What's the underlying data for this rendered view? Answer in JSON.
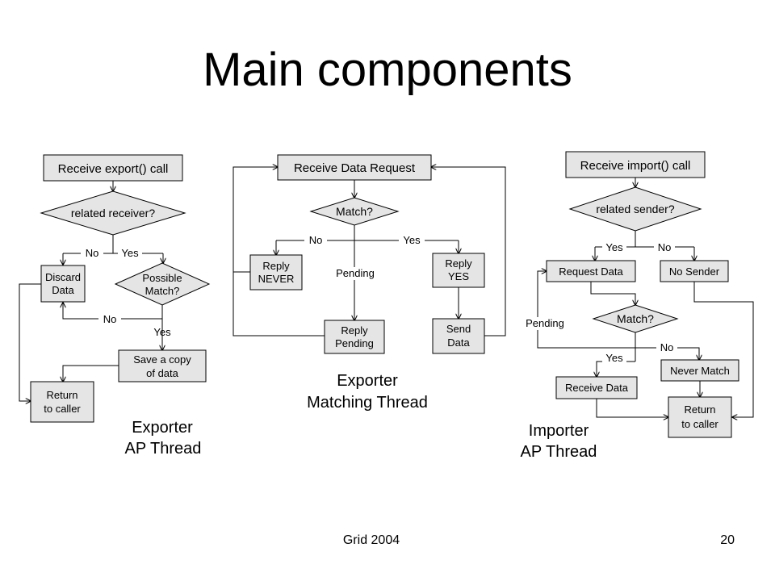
{
  "slide": {
    "title": "Main components",
    "footer_center": "Grid 2004",
    "page_number": "20"
  },
  "exporter_ap": {
    "caption": [
      "Exporter",
      "AP Thread"
    ],
    "receive_call": "Receive export() call",
    "related_receiver": "related receiver?",
    "no": "No",
    "yes": "Yes",
    "discard": [
      "Discard",
      "Data"
    ],
    "possible_match": [
      "Possible",
      "Match?"
    ],
    "no2": "No",
    "yes2": "Yes",
    "save_copy": [
      "Save a copy",
      "of data"
    ],
    "return": [
      "Return",
      "to caller"
    ]
  },
  "exporter_matching": {
    "caption": [
      "Exporter",
      "Matching Thread"
    ],
    "receive_request": "Receive Data Request",
    "match": "Match?",
    "no": "No",
    "yes": "Yes",
    "pending": "Pending",
    "reply_never": [
      "Reply",
      "NEVER"
    ],
    "reply_yes": [
      "Reply",
      "YES"
    ],
    "reply_pending": [
      "Reply",
      "Pending"
    ],
    "send_data": [
      "Send",
      "Data"
    ]
  },
  "importer_ap": {
    "caption": [
      "Importer",
      "AP Thread"
    ],
    "receive_call": "Receive import() call",
    "related_sender": "related sender?",
    "yes": "Yes",
    "no": "No",
    "request_data": "Request Data",
    "no_sender": "No Sender",
    "match": "Match?",
    "pending": "Pending",
    "yes2": "Yes",
    "no2": "No",
    "never_match": "Never Match",
    "receive_data": "Receive Data",
    "return": [
      "Return",
      "to caller"
    ]
  }
}
